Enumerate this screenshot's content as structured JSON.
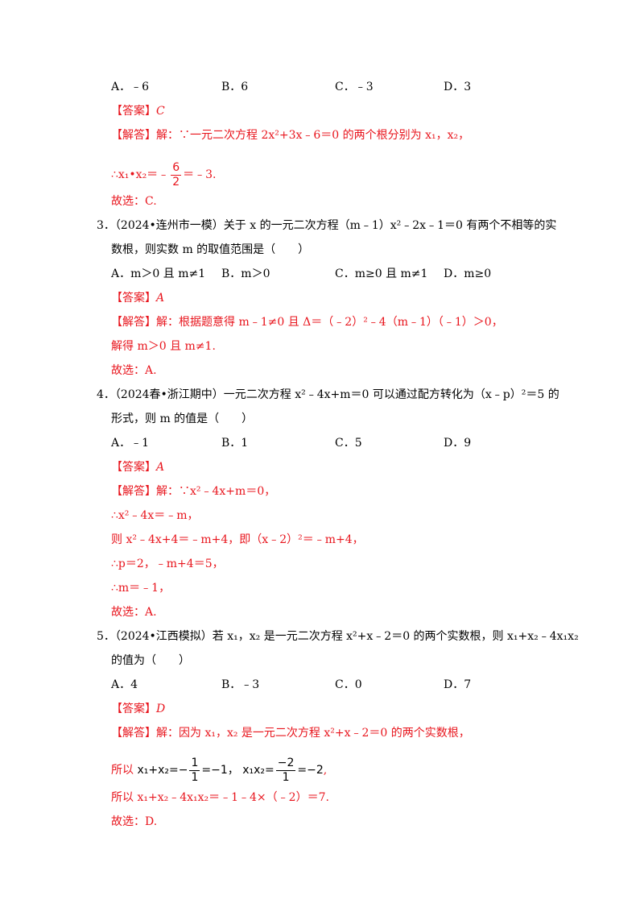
{
  "q2": {
    "options": [
      "A．﹣6",
      "B．6",
      "C．﹣3",
      "D．3"
    ],
    "answer_tag": "【答案】",
    "answer": "C",
    "sol_tag": "【解答】",
    "sol1": "解：∵一元二次方程 2x²+3x﹣6＝0 的两个根分别为 x₁，x₂，",
    "sol2_a": "∴x₁•x₂＝﹣",
    "sol2_num": "6",
    "sol2_den": "2",
    "sol2_b": "＝﹣3.",
    "choose": "故选：C."
  },
  "q3": {
    "stem1": "3．（2024•连州市一模）关于 x 的一元二次方程（m﹣1）x²﹣2x﹣1＝0 有两个不相等的实",
    "stem2": "数根，则实数 m 的取值范围是（　　）",
    "options": [
      "A．m＞0 且 m≠1",
      "B．m＞0",
      "C．m≥0 且 m≠1",
      "D．m≥0"
    ],
    "answer_tag": "【答案】",
    "answer": "A",
    "sol_tag": "【解答】",
    "sol1": "解：根据题意得 m﹣1≠0 且 Δ＝（﹣2）²﹣4（m﹣1）（﹣1）＞0，",
    "sol2": "解得 m＞0 且 m≠1.",
    "choose": "故选：A."
  },
  "q4": {
    "stem1": "4．（2024春•浙江期中）一元二次方程 x²﹣4x+m＝0 可以通过配方转化为（x﹣p）²＝5 的",
    "stem2": "形式，则 m 的值是（　　）",
    "options": [
      "A．﹣1",
      "B．1",
      "C．5",
      "D．9"
    ],
    "answer_tag": "【答案】",
    "answer": "A",
    "sol_tag": "【解答】",
    "sol1": "解：∵x²﹣4x+m＝0，",
    "sol2": "∴x²﹣4x＝﹣m，",
    "sol3": "则 x²﹣4x+4＝﹣m+4，即（x﹣2）²＝﹣m+4，",
    "sol4": "∴p＝2，﹣m+4＝5，",
    "sol5": "∴m＝﹣1，",
    "choose": "故选：A."
  },
  "q5": {
    "stem1": "5．（2024•江西模拟）若 x₁，x₂ 是一元二次方程 x²+x﹣2＝0 的两个实数根，则 x₁+x₂﹣4x₁x₂",
    "stem2": "的值为（　　）",
    "options": [
      "A．4",
      "B．﹣3",
      "C．0",
      "D．7"
    ],
    "answer_tag": "【答案】",
    "answer": "D",
    "sol_tag": "【解答】",
    "sol1": "解：因为 x₁，x₂ 是一元二次方程 x²+x﹣2＝0 的两个实数根，",
    "sol2_prefix": "所以",
    "sol2_f1": "x₁+x₂=−",
    "sol2_n1": "1",
    "sol2_d1": "1",
    "sol2_r1": "=−1，",
    "sol2_f2": "x₁x₂=",
    "sol2_n2": "−2",
    "sol2_d2": "1",
    "sol2_r2": "=−2",
    "sol2_end": ",",
    "sol3": "所以 x₁+x₂﹣4x₁x₂＝﹣1﹣4×（﹣2）＝7.",
    "choose": "故选：D."
  }
}
